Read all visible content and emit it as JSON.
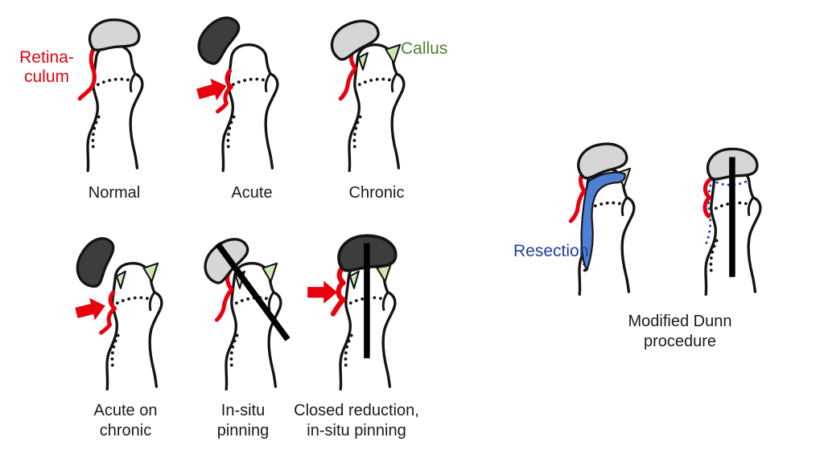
{
  "figure": {
    "annotations": {
      "retinaculum_line1": "Retina-",
      "retinaculum_line2": "culum",
      "callus": "Callus",
      "resection": "Resection"
    },
    "panels": {
      "normal": {
        "label": "Normal"
      },
      "acute": {
        "label": "Acute"
      },
      "chronic": {
        "label": "Chronic"
      },
      "acute_on_chronic": {
        "label_line1": "Acute on",
        "label_line2": "chronic"
      },
      "in_situ_pinning": {
        "label_line1": "In-situ",
        "label_line2": "pinning"
      },
      "closed_reduction": {
        "label_line1": "Closed reduction,",
        "label_line2": "in-situ pinning"
      },
      "modified_dunn": {
        "label_line1": "Modified Dunn",
        "label_line2": "procedure"
      }
    },
    "colors": {
      "outline": "#141414",
      "red": "#e8000d",
      "head_light": "#d6d6d6",
      "head_dark": "#3d3d3d",
      "callus_fill": "#cfe9b4",
      "callus_text": "#4e7f35",
      "blue_fill": "#4d7fd2",
      "blue_dot": "#2a52b0",
      "blue_text": "#20409a",
      "label_text": "#1a1a1a"
    }
  }
}
